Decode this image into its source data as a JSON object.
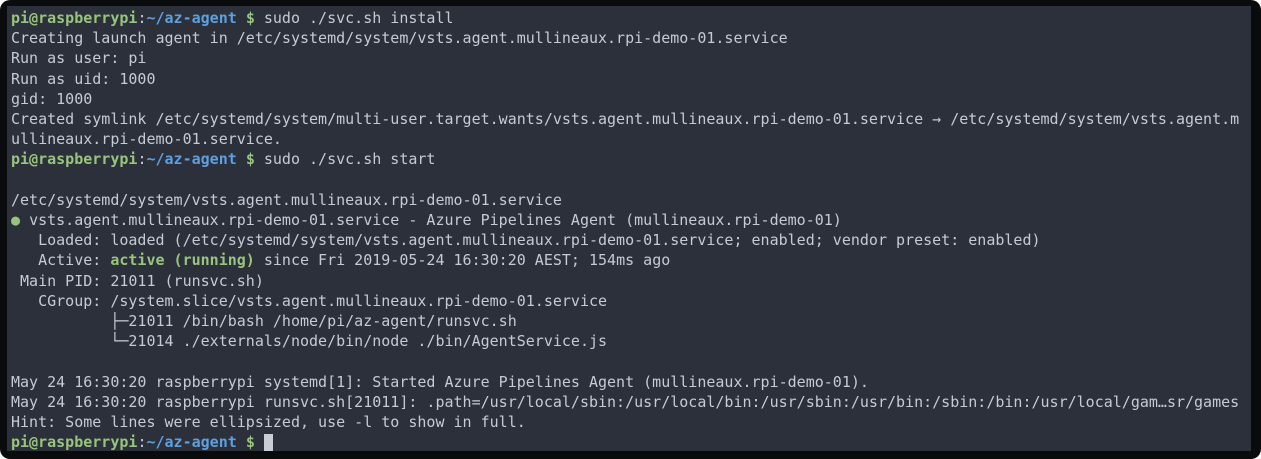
{
  "theme": {
    "frame_color": "#0a0b0d",
    "background_color": "#2b303b",
    "foreground_color": "#c5cbd3",
    "green_color": "#99c47d",
    "blue_color": "#5f9fdc",
    "cursor_color": "#c9ced6"
  },
  "prompt": {
    "user_host": "pi@raspberrypi",
    "separator": ":",
    "cwd": "~/az-agent",
    "symbol": "$"
  },
  "commands": {
    "install": "sudo ./svc.sh install",
    "start": "sudo ./svc.sh start"
  },
  "terminal": {
    "lines": [
      {
        "segments": [
          {
            "text": "pi@raspberrypi",
            "style": "green-bold"
          },
          {
            "text": ":",
            "style": "fg"
          },
          {
            "text": "~/az-agent",
            "style": "blue-bold"
          },
          {
            "text": " ",
            "style": "fg"
          },
          {
            "text": "$",
            "style": "green-bold"
          },
          {
            "text": " sudo ./svc.sh install",
            "style": "fg"
          }
        ]
      },
      {
        "segments": [
          {
            "text": "Creating launch agent in /etc/systemd/system/vsts.agent.mullineaux.rpi-demo-01.service",
            "style": "fg"
          }
        ]
      },
      {
        "segments": [
          {
            "text": "Run as user: pi",
            "style": "fg"
          }
        ]
      },
      {
        "segments": [
          {
            "text": "Run as uid: 1000",
            "style": "fg"
          }
        ]
      },
      {
        "segments": [
          {
            "text": "gid: 1000",
            "style": "fg"
          }
        ]
      },
      {
        "segments": [
          {
            "text": "Created symlink /etc/systemd/system/multi-user.target.wants/vsts.agent.mullineaux.rpi-demo-01.service → /etc/systemd/system/vsts.agent.m",
            "style": "fg"
          }
        ]
      },
      {
        "segments": [
          {
            "text": "ullineaux.rpi-demo-01.service.",
            "style": "fg"
          }
        ]
      },
      {
        "segments": [
          {
            "text": "pi@raspberrypi",
            "style": "green-bold"
          },
          {
            "text": ":",
            "style": "fg"
          },
          {
            "text": "~/az-agent",
            "style": "blue-bold"
          },
          {
            "text": " ",
            "style": "fg"
          },
          {
            "text": "$",
            "style": "green-bold"
          },
          {
            "text": " sudo ./svc.sh start",
            "style": "fg"
          }
        ]
      },
      {
        "segments": []
      },
      {
        "segments": [
          {
            "text": "/etc/systemd/system/vsts.agent.mullineaux.rpi-demo-01.service",
            "style": "fg"
          }
        ]
      },
      {
        "segments": [
          {
            "text": "● ",
            "style": "green"
          },
          {
            "text": "vsts.agent.mullineaux.rpi-demo-01.service - Azure Pipelines Agent (mullineaux.rpi-demo-01)",
            "style": "fg"
          }
        ]
      },
      {
        "segments": [
          {
            "text": "   Loaded: loaded (/etc/systemd/system/vsts.agent.mullineaux.rpi-demo-01.service; enabled; vendor preset: enabled)",
            "style": "fg"
          }
        ]
      },
      {
        "segments": [
          {
            "text": "   Active: ",
            "style": "fg"
          },
          {
            "text": "active (running)",
            "style": "green-bold"
          },
          {
            "text": " since Fri 2019-05-24 16:30:20 AEST; 154ms ago",
            "style": "fg"
          }
        ]
      },
      {
        "segments": [
          {
            "text": " Main PID: 21011 (runsvc.sh)",
            "style": "fg"
          }
        ]
      },
      {
        "segments": [
          {
            "text": "   CGroup: /system.slice/vsts.agent.mullineaux.rpi-demo-01.service",
            "style": "fg"
          }
        ]
      },
      {
        "segments": [
          {
            "text": "           ├─21011 /bin/bash /home/pi/az-agent/runsvc.sh",
            "style": "fg"
          }
        ]
      },
      {
        "segments": [
          {
            "text": "           └─21014 ./externals/node/bin/node ./bin/AgentService.js",
            "style": "fg"
          }
        ]
      },
      {
        "segments": []
      },
      {
        "segments": [
          {
            "text": "May 24 16:30:20 raspberrypi systemd[1]: Started Azure Pipelines Agent (mullineaux.rpi-demo-01).",
            "style": "fg"
          }
        ]
      },
      {
        "segments": [
          {
            "text": "May 24 16:30:20 raspberrypi runsvc.sh[21011]: .path=/usr/local/sbin:/usr/local/bin:/usr/sbin:/usr/bin:/sbin:/bin:/usr/local/gam…sr/games",
            "style": "fg"
          }
        ]
      },
      {
        "segments": [
          {
            "text": "Hint: Some lines were ellipsized, use -l to show in full.",
            "style": "fg"
          }
        ]
      },
      {
        "segments": [
          {
            "text": "pi@raspberrypi",
            "style": "green-bold"
          },
          {
            "text": ":",
            "style": "fg"
          },
          {
            "text": "~/az-agent",
            "style": "blue-bold"
          },
          {
            "text": " ",
            "style": "fg"
          },
          {
            "text": "$",
            "style": "green-bold"
          },
          {
            "text": " ",
            "style": "fg"
          }
        ],
        "cursor": true
      }
    ]
  }
}
